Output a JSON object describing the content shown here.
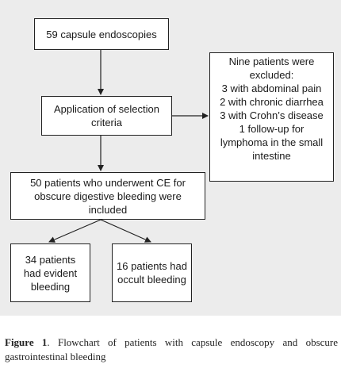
{
  "colors": {
    "panel": "#ececec",
    "box_fill": "#ffffff",
    "line": "#222222"
  },
  "boxes": {
    "start": "59 capsule endoscopies",
    "selection": "Application of selection\ncriteria",
    "excluded": "Nine patients were\nexcluded:\n3 with abdominal pain\n2 with chronic diarrhea\n3 with Crohn’s disease\n1 follow-up for\nlymphoma in the small\nintestine",
    "included": "50 patients who underwent CE for\nobscure digestive bleeding were\nincluded",
    "evident": "34 patients\nhad evident\nbleeding",
    "occult": "16 patients had\noccult bleeding"
  },
  "caption": {
    "label": "Figure 1",
    "text": ". Flowchart of patients with capsule endoscopy and obscure gastrointestinal bleeding"
  }
}
